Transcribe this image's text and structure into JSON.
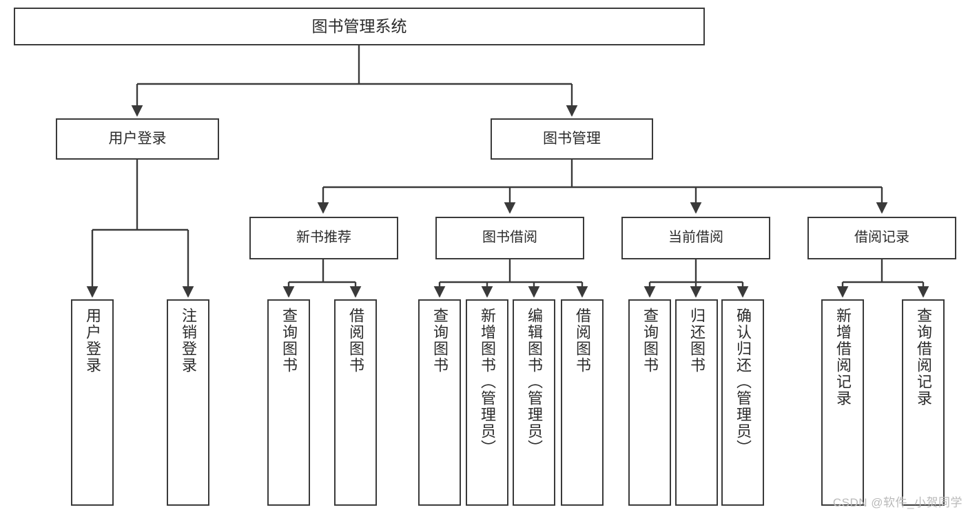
{
  "diagram": {
    "type": "tree",
    "title": "图书管理系统",
    "root": {
      "id": "root",
      "label": "图书管理系统"
    },
    "level1": [
      {
        "id": "user-login",
        "label": "用户登录"
      },
      {
        "id": "book-management",
        "label": "图书管理"
      }
    ],
    "level2": [
      {
        "id": "new-book-recommend",
        "label": "新书推荐",
        "parent": "book-management"
      },
      {
        "id": "book-borrow",
        "label": "图书借阅",
        "parent": "book-management"
      },
      {
        "id": "current-borrow",
        "label": "当前借阅",
        "parent": "book-management"
      },
      {
        "id": "borrow-record",
        "label": "借阅记录",
        "parent": "book-management"
      }
    ],
    "leaves": [
      {
        "id": "leaf-user-login",
        "label": "用户登录",
        "parent": "user-login"
      },
      {
        "id": "leaf-logout-login",
        "label": "注销登录",
        "parent": "user-login"
      },
      {
        "id": "leaf-query-book-1",
        "label": "查询图书",
        "parent": "new-book-recommend"
      },
      {
        "id": "leaf-borrow-book-1",
        "label": "借阅图书",
        "parent": "new-book-recommend"
      },
      {
        "id": "leaf-query-book-2",
        "label": "查询图书",
        "parent": "book-borrow"
      },
      {
        "id": "leaf-add-book",
        "label": "新增图书（管理员）",
        "parent": "book-borrow"
      },
      {
        "id": "leaf-edit-book",
        "label": "编辑图书（管理员）",
        "parent": "book-borrow"
      },
      {
        "id": "leaf-borrow-book-2",
        "label": "借阅图书",
        "parent": "book-borrow"
      },
      {
        "id": "leaf-query-book-3",
        "label": "查询图书",
        "parent": "current-borrow"
      },
      {
        "id": "leaf-return-book",
        "label": "归还图书",
        "parent": "current-borrow"
      },
      {
        "id": "leaf-confirm-return",
        "label": "确认归还（管理员）",
        "parent": "current-borrow"
      },
      {
        "id": "leaf-add-record",
        "label": "新增借阅记录",
        "parent": "borrow-record"
      },
      {
        "id": "leaf-query-record",
        "label": "查询借阅记录",
        "parent": "borrow-record"
      }
    ],
    "colors": {
      "stroke": "#3a3a3a",
      "text": "#2b2b2b",
      "background": "#ffffff",
      "watermark": "#b9b9b9"
    }
  },
  "watermark": {
    "text": "CSDN @软件_小贺同学"
  }
}
